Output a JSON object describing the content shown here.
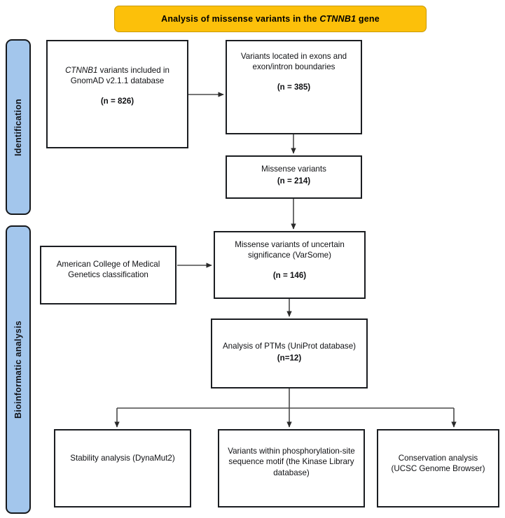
{
  "title": {
    "prefix": "Analysis of missense variants in the ",
    "gene": "CTNNB1",
    "suffix": " gene"
  },
  "phases": [
    {
      "id": "identification",
      "label": "Identification"
    },
    {
      "id": "bioinformatic",
      "label": "Bioinformatic analysis"
    }
  ],
  "boxes": {
    "gnomad": {
      "gene": "CTNNB1",
      "line1_rest": " variants included in",
      "line2": "GnomAD v2.1.1 database",
      "count": "(n = 826)"
    },
    "exons": {
      "line1": "Variants located in exons and",
      "line2": "exon/intron boundaries",
      "count": "(n = 385)"
    },
    "missense": {
      "line1": "Missense variants",
      "count": "(n = 214)"
    },
    "acmg": {
      "line1": "American College of Medical",
      "line2": "Genetics classification"
    },
    "vus": {
      "line1": "Missense variants of uncertain",
      "line2": "significance (VarSome)",
      "count": "(n = 146)"
    },
    "ptm": {
      "line1": "Analysis of PTMs (UniProt database)",
      "count": "(n=12)"
    },
    "stability": {
      "line1": "Stability analysis (DynaMut2)"
    },
    "kinase": {
      "line1": "Variants within phosphorylation-site",
      "line2": "sequence motif (the Kinase Library",
      "line3": "database)"
    },
    "ucsc": {
      "line1": "Conservation analysis",
      "line2": "(UCSC Genome Browser)"
    }
  },
  "colors": {
    "banner": "#FCC00A",
    "phase_fill": "#A3C6EC",
    "box_border": "#1b1d21",
    "connector": "#4a4a4a",
    "text": "#101114"
  },
  "connectors": [
    {
      "name": "gnomad-to-exons",
      "from": "gnomad",
      "to": "exons",
      "kind": "horizontal-arrow"
    },
    {
      "name": "exons-to-missense",
      "from": "exons",
      "to": "missense",
      "kind": "vertical-arrow"
    },
    {
      "name": "missense-to-vus",
      "from": "missense",
      "to": "vus",
      "kind": "vertical-arrow"
    },
    {
      "name": "acmg-to-vus",
      "from": "acmg",
      "to": "vus",
      "kind": "horizontal-arrow"
    },
    {
      "name": "vus-to-ptm",
      "from": "vus",
      "to": "ptm",
      "kind": "vertical-arrow"
    },
    {
      "name": "ptm-to-stability",
      "from": "ptm",
      "to": "stability",
      "kind": "branch-arrow"
    },
    {
      "name": "ptm-to-kinase",
      "from": "ptm",
      "to": "kinase",
      "kind": "branch-arrow"
    },
    {
      "name": "ptm-to-ucsc",
      "from": "ptm",
      "to": "ucsc",
      "kind": "branch-arrow"
    }
  ]
}
